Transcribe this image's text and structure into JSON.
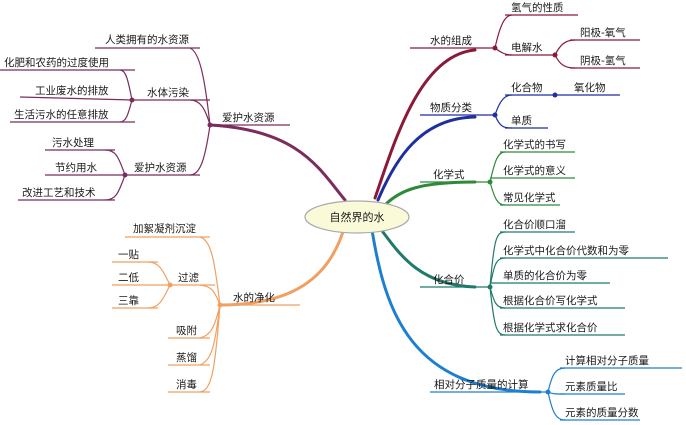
{
  "center": {
    "label": "自然界的水"
  },
  "branches": {
    "protect": {
      "color": "#7b2c5e",
      "label": "爱护水资源",
      "sub1": {
        "label": "人类拥有的水资源"
      },
      "sub2": {
        "label": "水体污染",
        "items": [
          "化肥和农药的过度使用",
          "工业废水的排放",
          "生活污水的任意排放"
        ]
      },
      "sub3": {
        "label": "爱护水资源",
        "items": [
          "污水处理",
          "节约用水",
          "改进工艺和技术"
        ]
      }
    },
    "purify": {
      "color": "#f0a060",
      "label": "水的净化",
      "items": [
        "加絮凝剂沉淀",
        "过滤",
        "吸附",
        "蒸馏",
        "消毒"
      ],
      "filter_items": [
        "一贴",
        "二低",
        "三靠"
      ]
    },
    "composition": {
      "color": "#8b1a3a",
      "label": "水的组成",
      "items": [
        "氢气的性质",
        "电解水"
      ],
      "electrolysis": [
        "阳极-氧气",
        "阴极-氢气"
      ]
    },
    "classify": {
      "color": "#1f2fa0",
      "label": "物质分类",
      "items": [
        "化合物",
        "单质"
      ],
      "compound": [
        "氧化物"
      ]
    },
    "formula": {
      "color": "#2e8a3a",
      "label": "化学式",
      "items": [
        "化学式的书写",
        "化学式的意义",
        "常见化学式"
      ]
    },
    "valence": {
      "color": "#1f7a6a",
      "label": "化合价",
      "items": [
        "化合价顺口溜",
        "化学式中化合价代数和为零",
        "单质的化合价为零",
        "根据化合价写化学式",
        "根据化学式求化合价"
      ]
    },
    "mass": {
      "color": "#1e7fd0",
      "label": "相对分子质量的计算",
      "items": [
        "计算相对分子质量",
        "元素质量比",
        "元素的质量分数"
      ]
    }
  }
}
